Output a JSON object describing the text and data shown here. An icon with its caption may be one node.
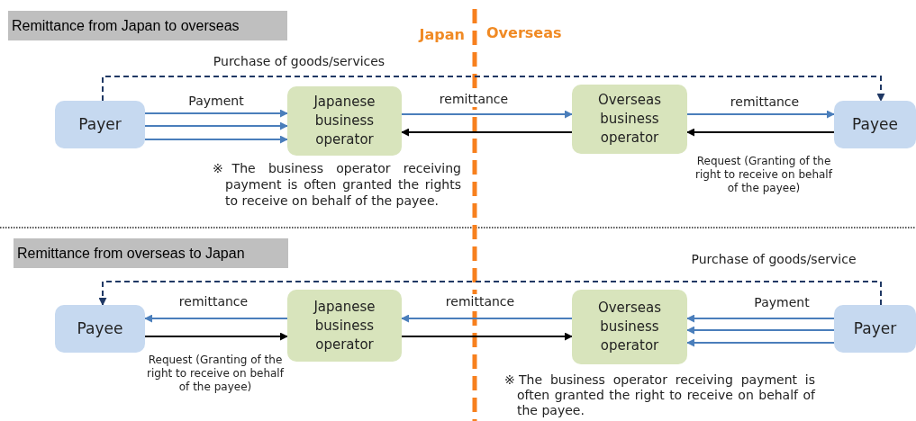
{
  "diagram": {
    "nodes": [
      {
        "text": [
          "Payer"
        ]
      },
      {
        "text": [
          "Japanese business operator"
        ]
      },
      {
        "text": [
          "Overseas business operator"
        ]
      },
      {
        "text": [
          "Payee"
        ]
      },
      {
        "text": [
          "Payee"
        ]
      },
      {
        "text": [
          "Japanese business operator"
        ]
      },
      {
        "text": [
          "Overseas business operator"
        ]
      },
      {
        "text": [
          "Payer"
        ]
      }
    ],
    "edges": [
      {
        "from": 0,
        "to": 1,
        "arrow": "to",
        "label": "Payment"
      },
      {
        "from": 0,
        "to": 1,
        "arrow": "to"
      },
      {
        "from": 0,
        "to": 1,
        "arrow": "to"
      },
      {
        "from": 1,
        "to": 2,
        "arrow": "to",
        "label": "remittance"
      },
      {
        "from": 2,
        "to": 1,
        "arrow": "to",
        "color": "#000000"
      },
      {
        "from": 2,
        "to": 3,
        "arrow": "to",
        "label": "remittance"
      },
      {
        "from": 3,
        "to": 2,
        "arrow": "to",
        "color": "#000000",
        "label": "Request (Granting of the right to receive on behalf of the payee)"
      },
      {
        "from": 0,
        "to": 3,
        "arrow": "to",
        "style": "dashed",
        "color": "#1f3864",
        "label": "Purchase of goods/services"
      },
      {
        "from": 5,
        "to": 4,
        "arrow": "to",
        "label": "remittance"
      },
      {
        "from": 4,
        "to": 5,
        "arrow": "to",
        "color": "#000000",
        "label": "Request (Granting of the right to receive on behalf of the payee)"
      },
      {
        "from": 6,
        "to": 5,
        "arrow": "to",
        "label": "remittance"
      },
      {
        "from": 5,
        "to": 6,
        "arrow": "to",
        "color": "#000000"
      },
      {
        "from": 7,
        "to": 6,
        "arrow": "to",
        "label": "Payment"
      },
      {
        "from": 7,
        "to": 6,
        "arrow": "to"
      },
      {
        "from": 7,
        "to": 6,
        "arrow": "to"
      },
      {
        "from": 7,
        "to": 4,
        "arrow": "to",
        "style": "dashed",
        "color": "#1f3864",
        "label": "Purchase of goods/service"
      }
    ],
    "labels": [
      "Remittance from Japan to overseas",
      "Japan",
      "Overseas",
      "※The business operator receiving payment is often granted the rights to receive on behalf of the payee.",
      "Remittance from overseas to Japan",
      "※The business operator receiving payment is often granted the right to receive on behalf of the payee."
    ]
  }
}
